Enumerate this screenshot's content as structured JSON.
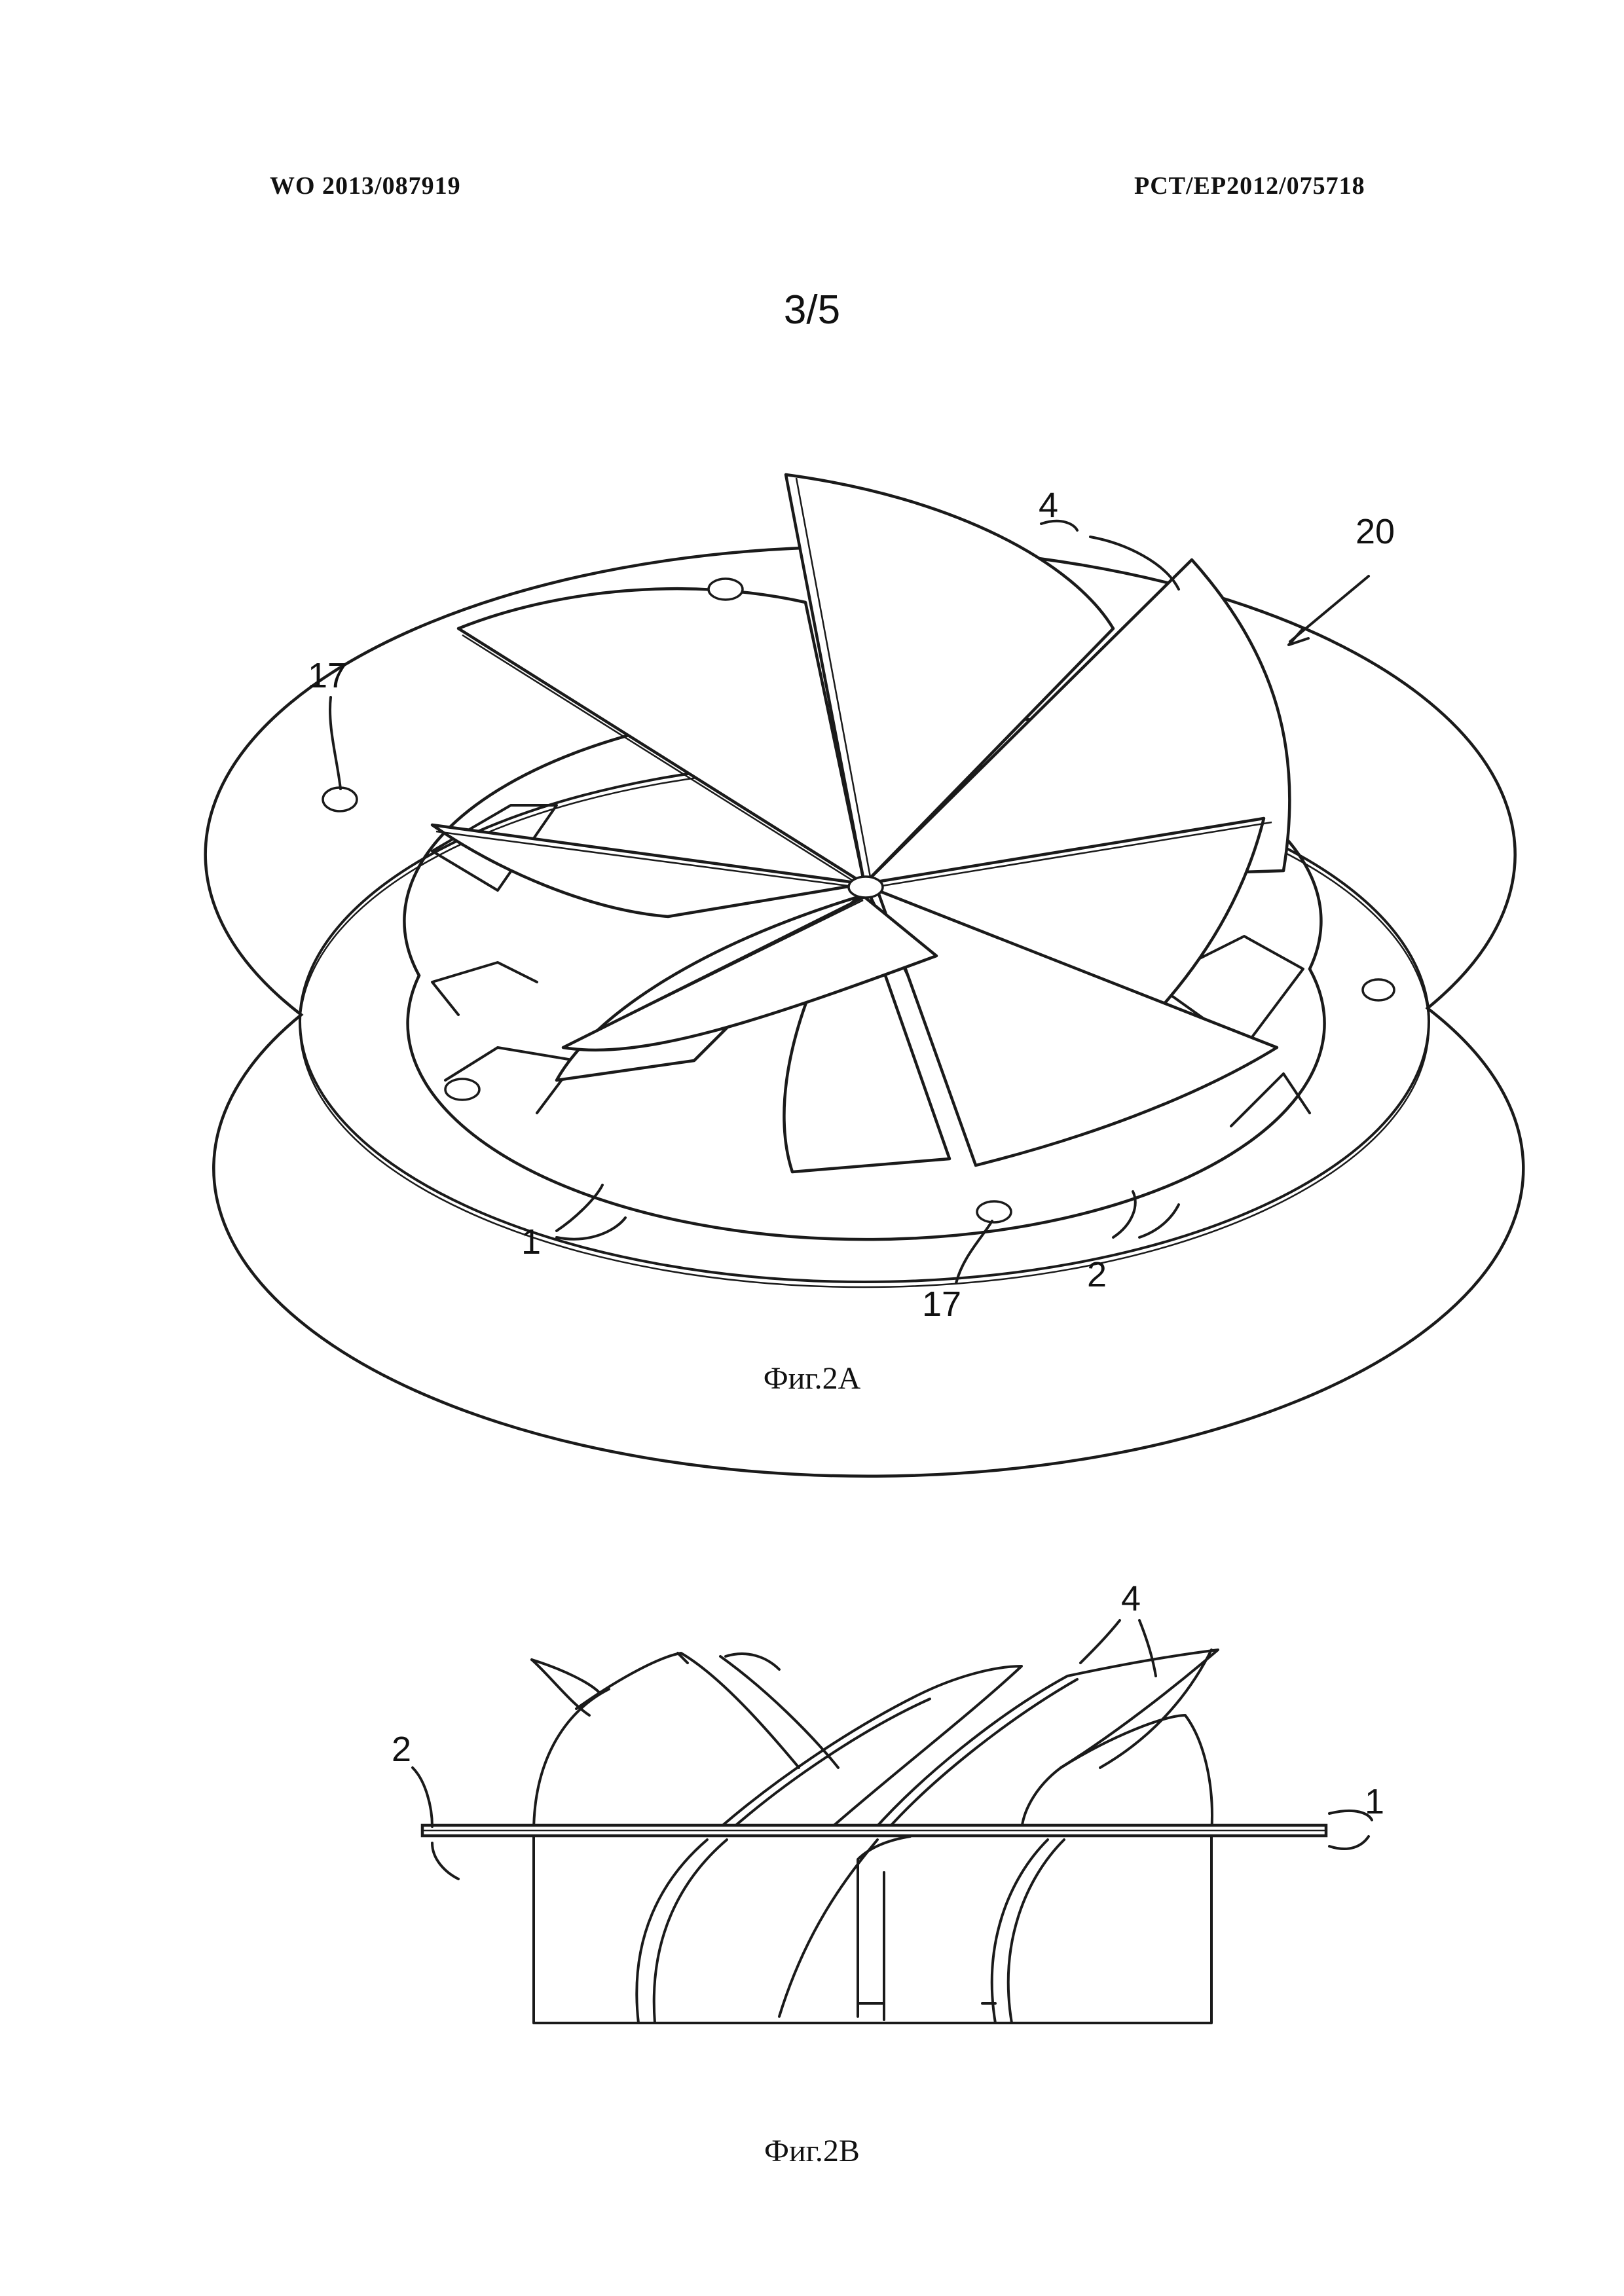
{
  "header": {
    "publication_number": "WO 2013/087919",
    "application_number": "PCT/EP2012/075718"
  },
  "page_number": "3/5",
  "figures": [
    {
      "caption": "Фиг.2А",
      "labels": [
        "4",
        "20",
        "17",
        "1",
        "17",
        "2"
      ]
    },
    {
      "caption": "Фиг.2В",
      "labels": [
        "4",
        "2",
        "1"
      ]
    }
  ]
}
